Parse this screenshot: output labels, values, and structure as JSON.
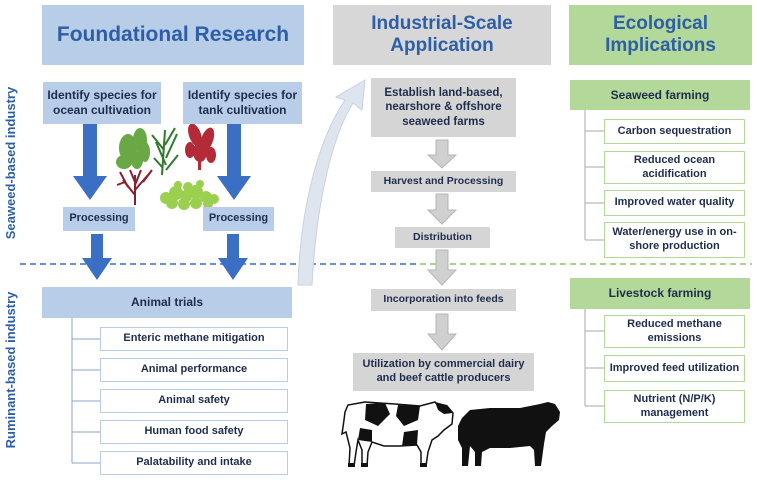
{
  "headers": {
    "foundational": "Foundational Research",
    "industrial": "Industrial-Scale Application",
    "ecological": "Ecological Implications"
  },
  "side_labels": {
    "seaweed": "Seaweed-based industry",
    "ruminant": "Ruminant-based industry"
  },
  "research": {
    "ocean": "Identify species for ocean cultivation",
    "tank": "Identify species for tank cultivation",
    "processing_left": "Processing",
    "processing_right": "Processing",
    "animal_trials": "Animal trials",
    "trials": [
      "Enteric methane mitigation",
      "Animal performance",
      "Animal safety",
      "Human food safety",
      "Palatability and intake"
    ]
  },
  "industrial": {
    "steps": [
      "Establish land-based, nearshore & offshore seaweed farms",
      "Harvest and Processing",
      "Distribution",
      "Incorporation into feeds",
      "Utilization by commercial dairy and beef cattle producers"
    ]
  },
  "ecological": {
    "seaweed_farming": "Seaweed farming",
    "seaweed_items": [
      "Carbon sequestration",
      "Reduced ocean acidification",
      "Improved water quality",
      "Water/energy use in on-shore production"
    ],
    "livestock_farming": "Livestock farming",
    "livestock_items": [
      "Reduced methane emissions",
      "Improved feed utilization",
      "Nutrient (N/P/K) management"
    ]
  },
  "colors": {
    "blue_box": "#b8cde8",
    "grey_box": "#d5d5d5",
    "green_box": "#b2d99a",
    "arrow_blue": "#3a6fc4",
    "divider_blue": "#3a6fc4",
    "divider_green": "#8dc26a"
  },
  "icons": [
    "seaweed-cluster-icon",
    "holstein-cow-icon",
    "black-bull-icon",
    "curved-transition-arrow-icon"
  ]
}
